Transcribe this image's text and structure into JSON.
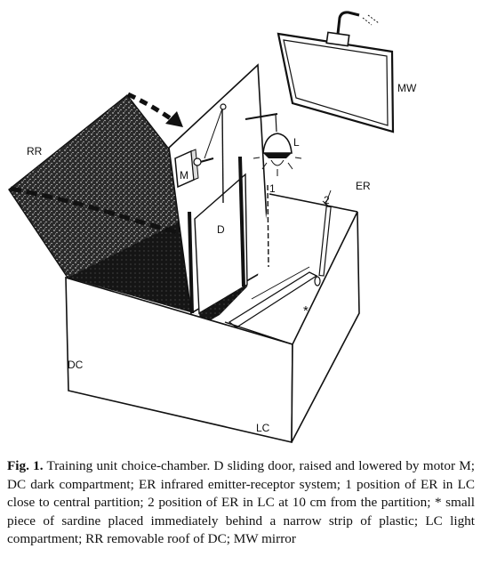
{
  "labels": {
    "mw": "MW",
    "rr": "RR",
    "m": "M",
    "l": "L",
    "d": "D",
    "er": "ER",
    "pos1": "1",
    "pos2": "2",
    "star": "*",
    "dc": "DC",
    "lc": "LC"
  },
  "caption": {
    "fig_label": "Fig. 1.",
    "text": "Training unit choice-chamber. D sliding door, raised and lowered by motor M; DC dark compartment; ER infrared emitter-receptor system; 1 position of ER in LC close to central partition; 2 position of ER in LC at 10 cm from the partition; * small piece of sardine placed immediately behind a narrow strip of plastic; LC light compartment; RR removable roof of DC; MW mirror"
  },
  "colors": {
    "ink": "#111111",
    "background": "#ffffff"
  }
}
